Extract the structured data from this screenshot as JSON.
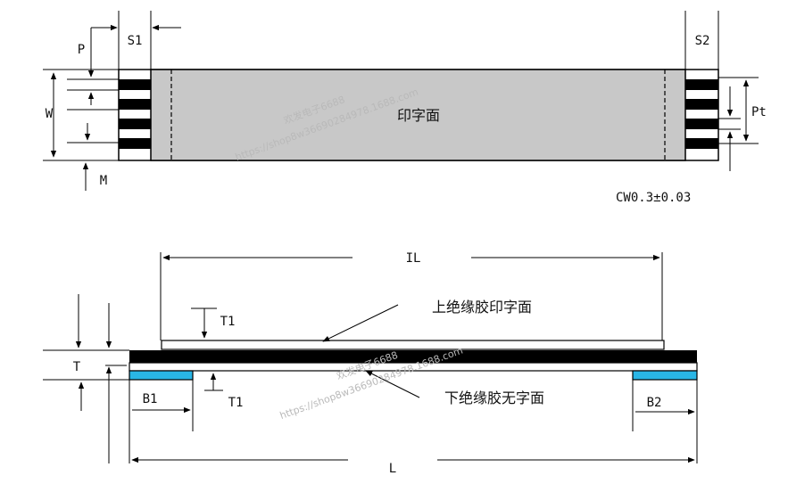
{
  "labels": {
    "p": "P",
    "s1": "S1",
    "s2": "S2",
    "w": "W",
    "m": "M",
    "pt": "Pt",
    "print_face": "印字面",
    "cw": "CW0.3±0.03",
    "il": "IL",
    "t1_top": "T1",
    "t1_bottom": "T1",
    "t": "T",
    "b1": "B1",
    "b2": "B2",
    "l": "L",
    "upper_insulation": "上绝缘胶印字面",
    "lower_insulation": "下绝缘胶无字面"
  },
  "watermarks": {
    "top_line1": "欢发电子6688",
    "top_line2": "https://shop8w36690284978.1688.com",
    "bottom_line1": "欢发电子6688",
    "bottom_line2": "https://shop8w36690284978.1688.com"
  },
  "colors": {
    "ink": "#000000",
    "print_area": "#c8c8c8",
    "stiffener": "#29b6e6",
    "watermark": "#b9b9b9"
  }
}
